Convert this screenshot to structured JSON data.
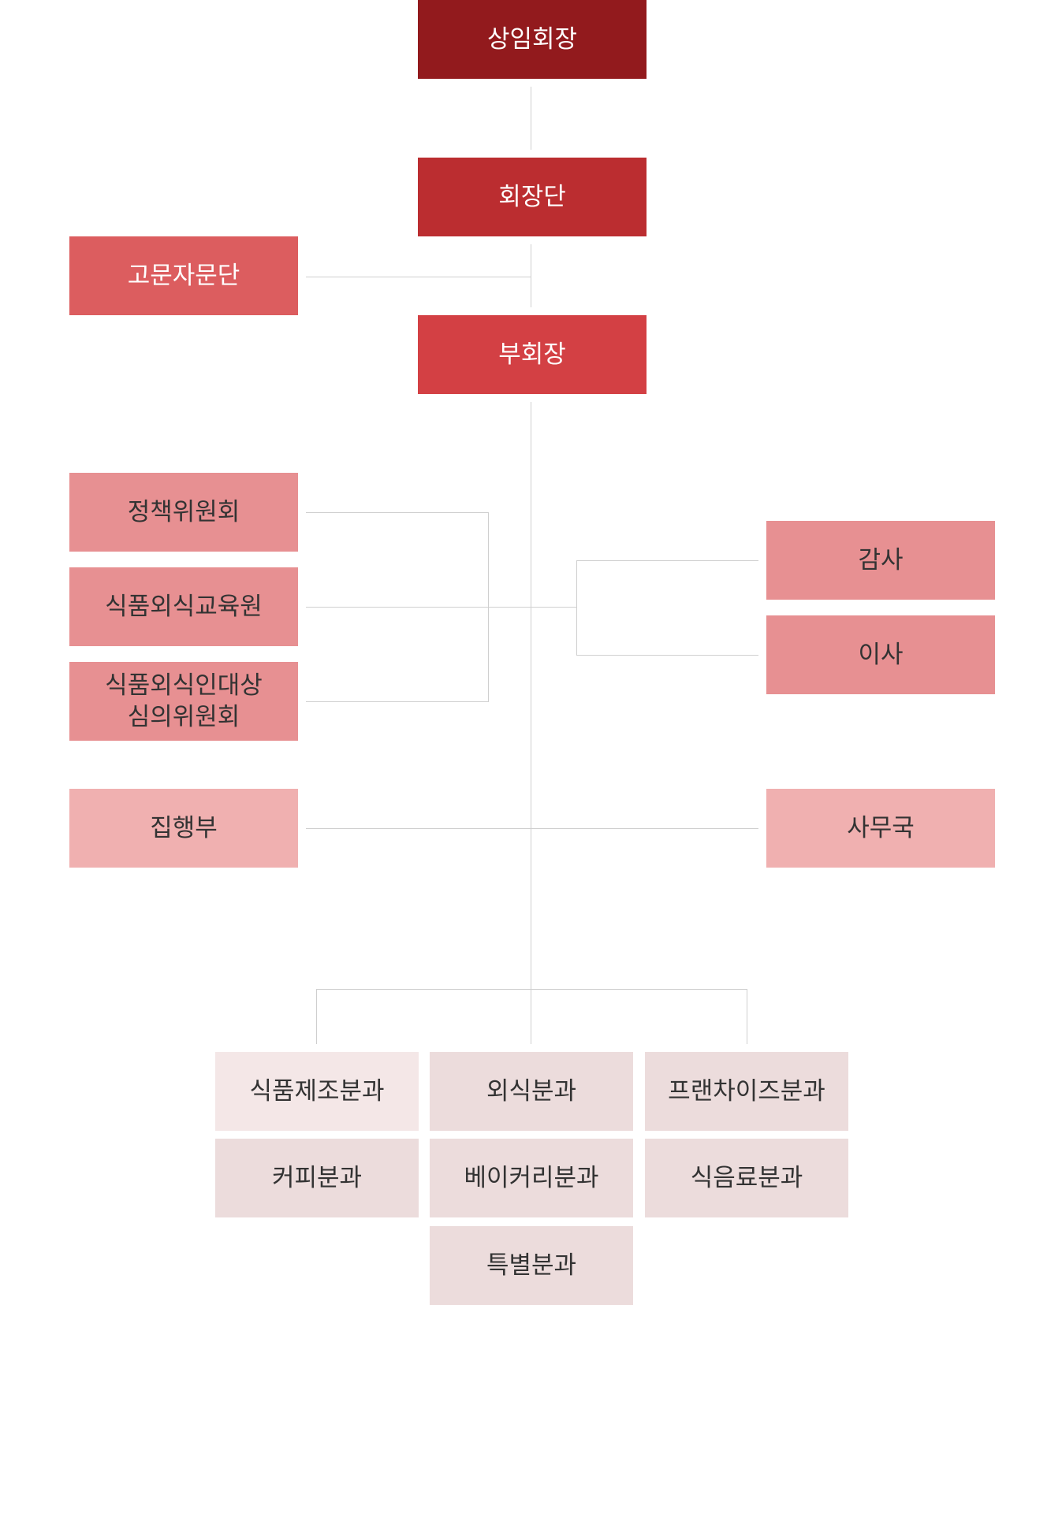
{
  "org_chart": {
    "chairman": "상임회장",
    "chairman_group": "회장단",
    "advisory_group": "고문자문단",
    "vice_chairman": "부회장",
    "committees": {
      "policy_committee": "정책위원회",
      "education_institute": "식품외식교육원",
      "personnel_committee": "식품외식인대상\n심의위원회"
    },
    "auditor": "감사",
    "director": "이사",
    "executive_dept": "집행부",
    "secretariat": "사무국",
    "divisions": {
      "food_manufacturing": "식품제조분과",
      "food_service": "외식분과",
      "franchise": "프랜차이즈분과",
      "coffee": "커피분과",
      "bakery": "베이커리분과",
      "beverage": "식음료분과",
      "special": "특별분과"
    }
  },
  "colors": {
    "chairman_bg": "#921a1d",
    "chairman_group_bg": "#bb2d30",
    "vice_chairman_bg": "#d34044",
    "advisory_bg": "#dc5d5f",
    "committee_bg": "#e79092",
    "executive_bg": "#f0b0b0",
    "division_bg": "#ecdcdc",
    "division_first_bg": "#f4e7e7",
    "connector_line": "#cfcfcf"
  }
}
